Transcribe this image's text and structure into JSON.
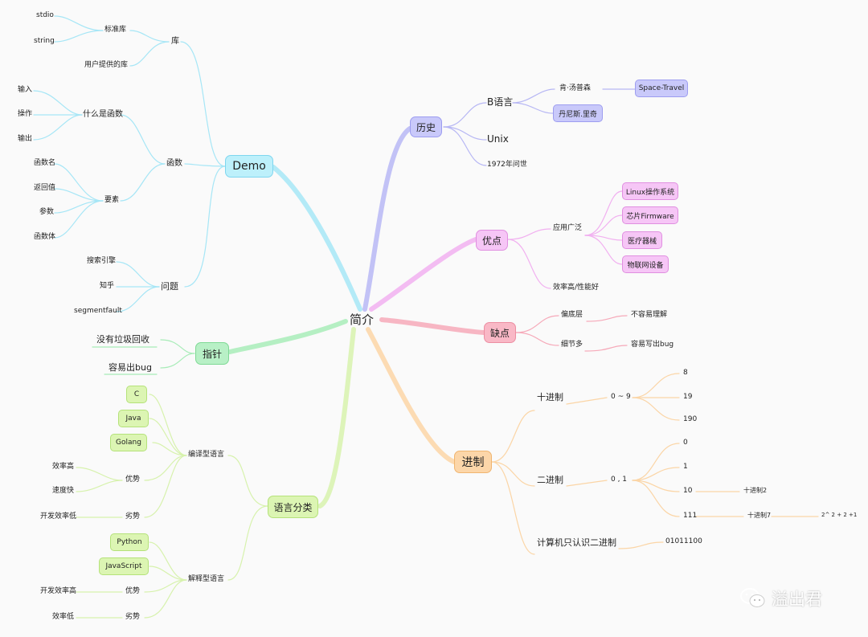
{
  "center": "简介",
  "watermark": "溢出君",
  "colors": {
    "demo": "#9fe3f5",
    "history": "#b3b3f5",
    "pros": "#eea7ee",
    "cons": "#f5a1b3",
    "base": "#f9cf9c",
    "lang": "#d4f2a4",
    "pointer": "#a8ecb8"
  },
  "demo": {
    "label": "Demo",
    "lib": {
      "label": "库",
      "std": "标准库",
      "stdio": "stdio",
      "string": "string",
      "user": "用户提供的库"
    },
    "func": {
      "label": "函数",
      "what": "什么是函数",
      "input": "输入",
      "op": "操作",
      "output": "输出",
      "elements": "要素",
      "name": "函数名",
      "ret": "返回值",
      "param": "参数",
      "body": "函数体"
    },
    "question": {
      "label": "问题",
      "search": "搜索引擎",
      "zhihu": "知乎",
      "sf": "segmentfault"
    }
  },
  "history": {
    "label": "历史",
    "b": "B语言",
    "ken": "肯·汤普森",
    "space": "Space-Travel",
    "dennis": "丹尼斯.里奇",
    "unix": "Unix",
    "year": "1972年问世"
  },
  "pros": {
    "label": "优点",
    "wide": "应用广泛",
    "linux": "Linux操作系统",
    "firmware": "芯片Firmware",
    "medical": "医疗器械",
    "iot": "物联网设备",
    "perf": "效率高/性能好"
  },
  "cons": {
    "label": "缺点",
    "low": "偏底层",
    "hard": "不容易理解",
    "detail": "细节多",
    "bug": "容易写出bug"
  },
  "base": {
    "label": "进制",
    "dec": "十进制",
    "dec_digits": "0 ~ 9",
    "d8": "8",
    "d19": "19",
    "d190": "190",
    "bin": "二进制",
    "bin_digits": "0 , 1",
    "b0": "0",
    "b1": "1",
    "b10": "10",
    "b111": "111",
    "b10_dec": "十进制2",
    "b111_dec": "十进制7",
    "formula": "2^ 2 + 2 +1",
    "only": "计算机只认识二进制",
    "only_val": "01011100"
  },
  "pointer": {
    "label": "指针",
    "gc": "没有垃圾回收",
    "bug": "容易出bug"
  },
  "lang": {
    "label": "语言分类",
    "compiled": {
      "label": "编译型语言",
      "c": "C",
      "java": "Java",
      "golang": "Golang",
      "adv": "优势",
      "eff": "效率高",
      "fast": "速度快",
      "dis": "劣势",
      "dev_low": "开发效率低"
    },
    "interp": {
      "label": "解释型语言",
      "python": "Python",
      "js": "JavaScript",
      "adv": "优势",
      "dev_high": "开发效率高",
      "dis": "劣势",
      "eff_low": "效率低"
    }
  }
}
